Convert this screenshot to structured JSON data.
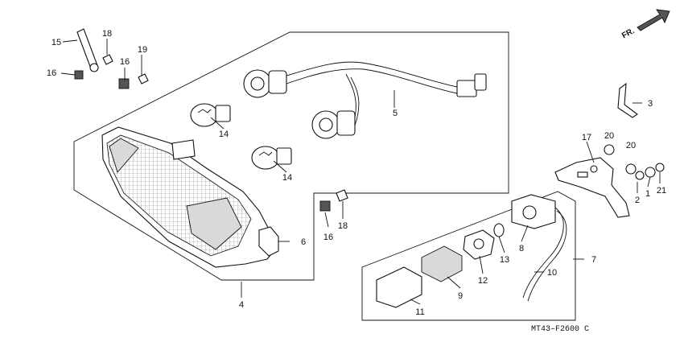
{
  "front_label": "FR.",
  "diagram_code": "MT43–F2600 C",
  "callouts": {
    "c15": "15",
    "c18a": "18",
    "c19": "19",
    "c16a": "16",
    "c16b": "16",
    "c14a": "14",
    "c14b": "14",
    "c5": "5",
    "c6": "6",
    "c4": "4",
    "c3": "3",
    "c17": "17",
    "c20a": "20",
    "c20b": "20",
    "c2": "2",
    "c1": "1",
    "c21": "21",
    "c16c": "16",
    "c18b": "18",
    "c7": "7",
    "c8": "8",
    "c10": "10",
    "c13": "13",
    "c12": "12",
    "c9": "9",
    "c11": "11"
  }
}
